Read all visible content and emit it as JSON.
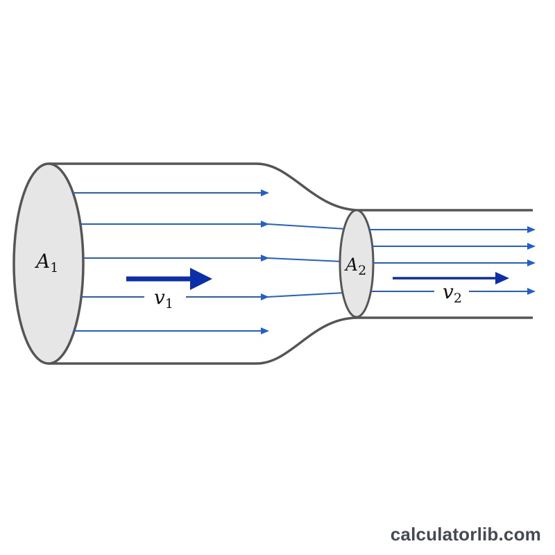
{
  "colors": {
    "pipe_outline": "#555555",
    "cross_section_fill": "#e6e6e6",
    "streamline": "#1f5fd0",
    "velocity_arrow": "#0a2fa8",
    "label_text": "#111111",
    "watermark": "#444a55"
  },
  "labels": {
    "area_inlet": {
      "symbol": "A",
      "sub": "1"
    },
    "area_throat": {
      "symbol": "A",
      "sub": "2"
    },
    "velocity_inlet": {
      "symbol": "v",
      "sub": "1"
    },
    "velocity_outlet": {
      "symbol": "v",
      "sub": "2"
    }
  },
  "watermark": "calculatorlib.com"
}
